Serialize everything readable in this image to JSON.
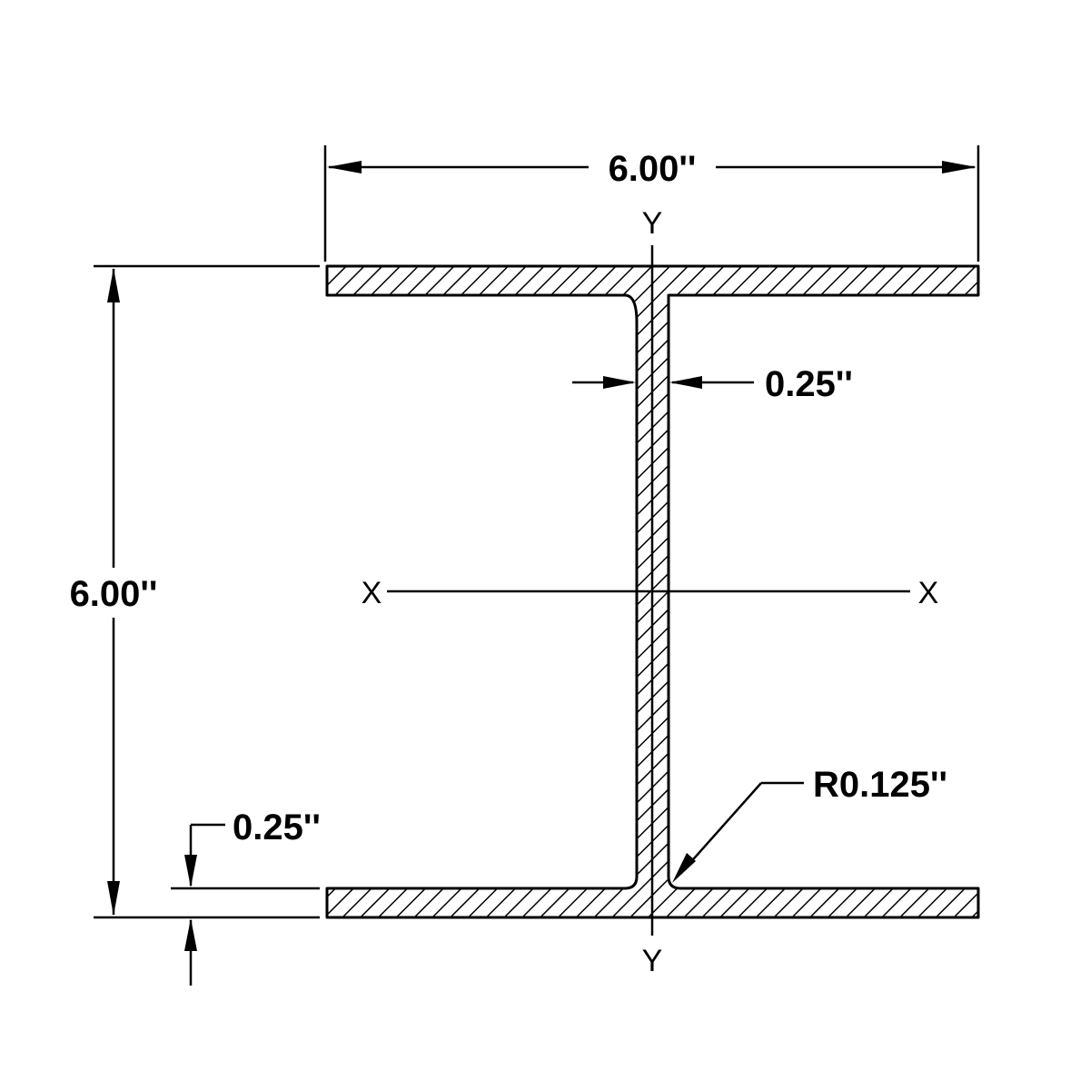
{
  "dimensions": {
    "flange_width": "6.00''",
    "overall_depth": "6.00''",
    "web_thickness": "0.25''",
    "flange_thickness": "0.25''",
    "fillet_radius": "R0.125''"
  },
  "axes": {
    "x_left": "X",
    "x_right": "X",
    "y_top": "Y",
    "y_bottom": "Y"
  }
}
